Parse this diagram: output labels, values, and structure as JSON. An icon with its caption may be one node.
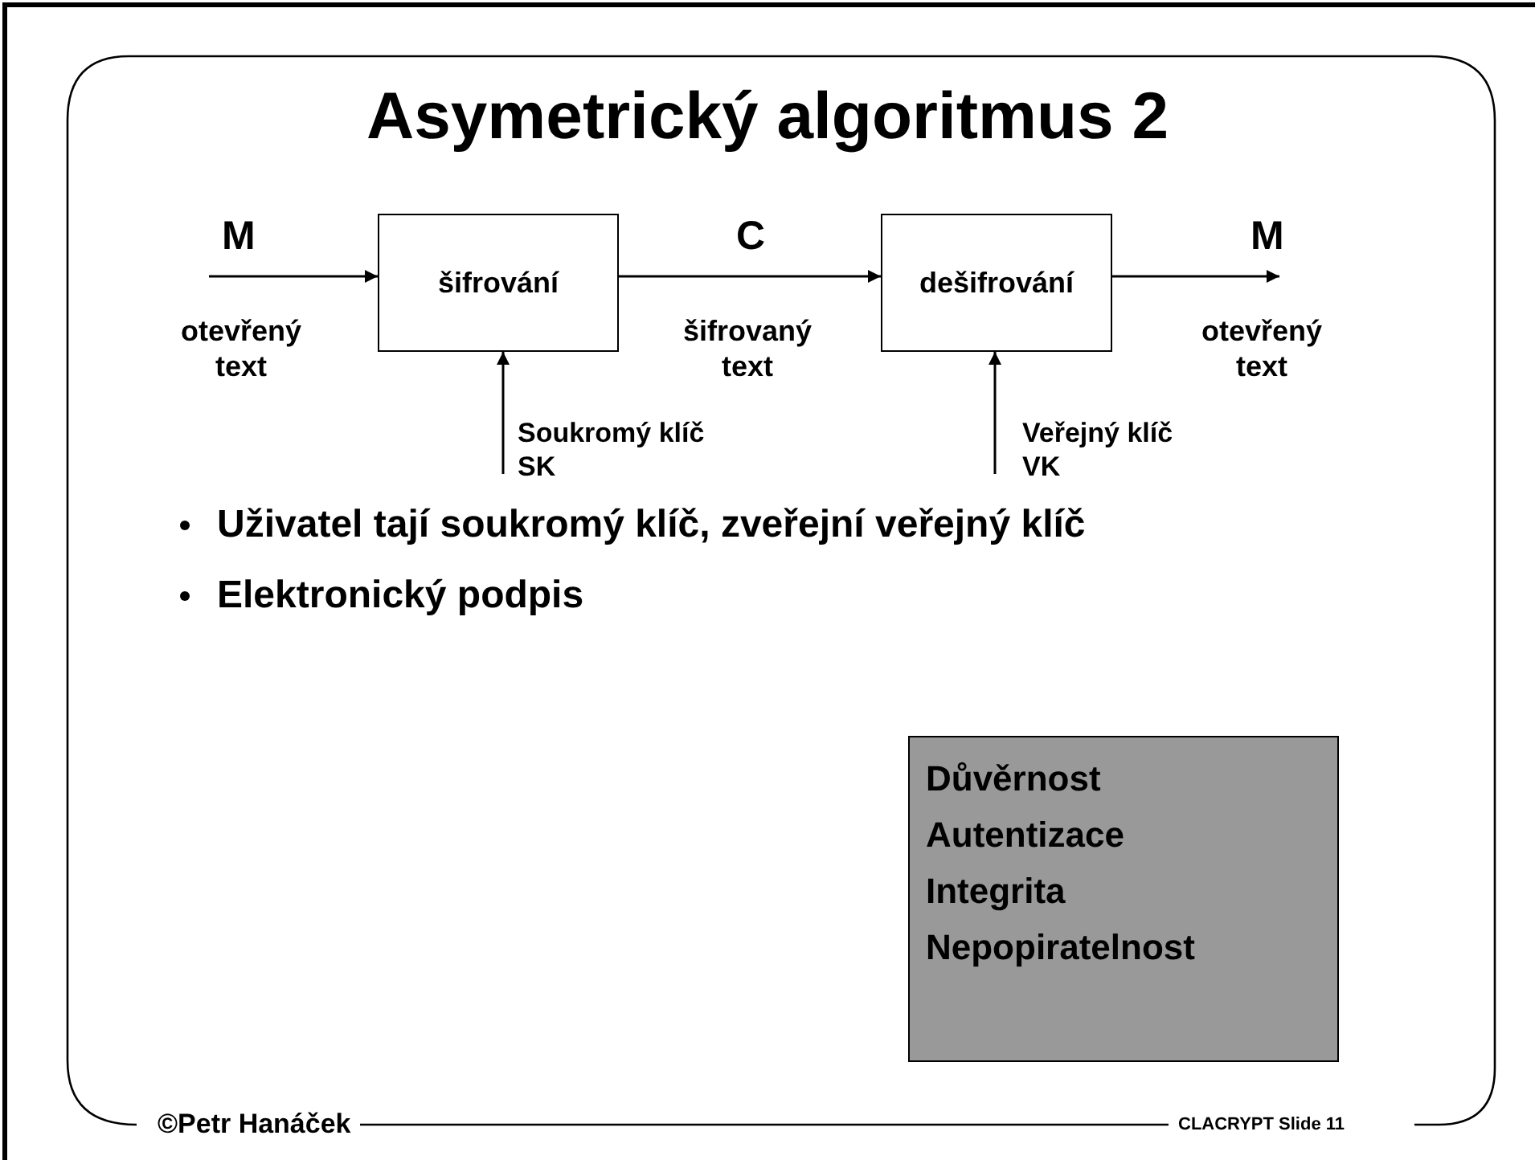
{
  "diagram": {
    "title": "Asymetrický algoritmus 2",
    "nodes": [
      {
        "text": [
          "šifrování"
        ]
      },
      {
        "text": [
          "dešifrování"
        ]
      },
      {
        "text": [
          "Důvěrnost",
          "Autentizace",
          "Integrita",
          "Nepopiratelnost"
        ]
      }
    ],
    "edges": [
      {
        "from": null,
        "to": 0,
        "arrow": "to",
        "label": "M"
      },
      {
        "from": 0,
        "to": 1,
        "arrow": "to",
        "label": "C"
      },
      {
        "from": 1,
        "to": null,
        "arrow": "to",
        "label": "M"
      },
      {
        "from": null,
        "to": 0,
        "arrow": "to",
        "label": "Soukromý klíč SK"
      },
      {
        "from": null,
        "to": 1,
        "arrow": "to",
        "label": "Veřejný klíč VK"
      }
    ],
    "labels": [
      "otevřený text",
      "šifrovaný text",
      "otevřený text",
      "Uživatel tají soukromý klíč, zveřejní veřejný klíč",
      "Elektronický podpis",
      "©Petr Hanáček",
      "CLACRYPT Slide 11"
    ]
  }
}
